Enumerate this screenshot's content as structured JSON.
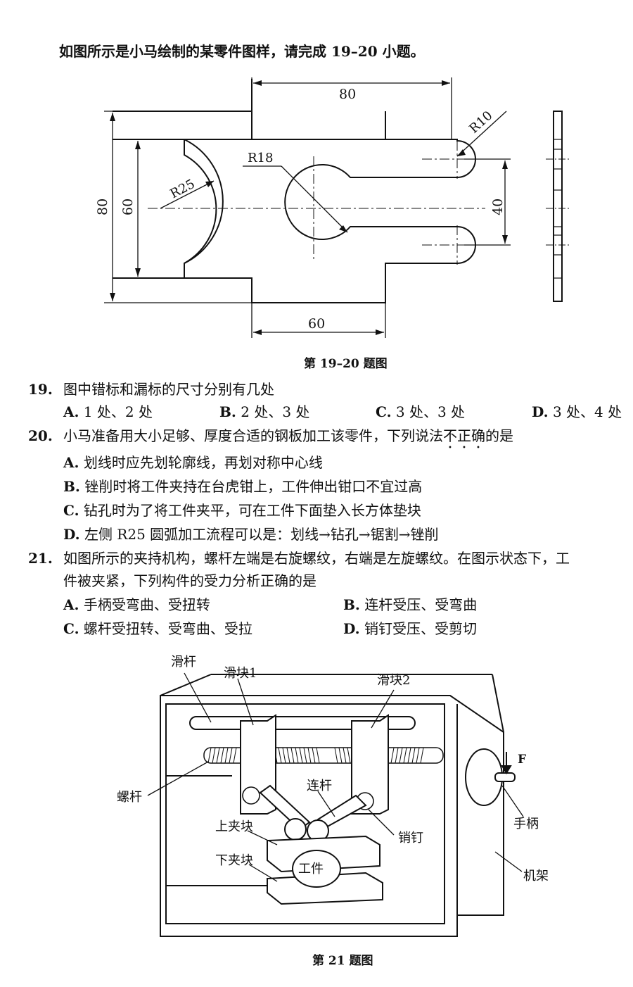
{
  "intro": "如图所示是小马绘制的某零件图样，请完成 19–20 小题。",
  "fig1": {
    "dims": {
      "top_80": "80",
      "bottom_60": "60",
      "left_80": "80",
      "left_60": "60",
      "right_40": "40",
      "r10": "R10",
      "r18": "R18",
      "r25": "R25"
    },
    "caption": "第 19–20 题图"
  },
  "q19": {
    "num": "19.",
    "stem": "图中错标和漏标的尺寸分别有几处",
    "options": [
      {
        "label": "A.",
        "text": "1 处、2 处"
      },
      {
        "label": "B.",
        "text": "2 处、3 处"
      },
      {
        "label": "C.",
        "text": "3 处、3 处"
      },
      {
        "label": "D.",
        "text": "3 处、4 处"
      }
    ]
  },
  "q20": {
    "num": "20.",
    "stem_pre": "小马准备用大小足够、厚度合适的钢板加工该零件，下列说法",
    "stem_em": "不正确",
    "stem_post": "的是",
    "options": [
      {
        "label": "A.",
        "text": "划线时应先划轮廓线，再划对称中心线"
      },
      {
        "label": "B.",
        "text": "锉削时将工件夹持在台虎钳上，工件伸出钳口不宜过高"
      },
      {
        "label": "C.",
        "text": "钻孔时为了将工件夹平，可在工件下面垫入长方体垫块"
      },
      {
        "label": "D.",
        "text": "左侧 R25 圆弧加工流程可以是：划线→钻孔→锯割→锉削"
      }
    ]
  },
  "q21": {
    "num": "21.",
    "stem1": "如图所示的夹持机构，螺杆左端是右旋螺纹，右端是左旋螺纹。在图示状态下，工",
    "stem2": "件被夹紧，下列构件的受力分析正确的是",
    "options": [
      {
        "label": "A.",
        "text": "手柄受弯曲、受扭转"
      },
      {
        "label": "B.",
        "text": "连杆受压、受弯曲"
      },
      {
        "label": "C.",
        "text": "螺杆受扭转、受弯曲、受拉"
      },
      {
        "label": "D.",
        "text": "销钉受压、受剪切"
      }
    ]
  },
  "fig2": {
    "labels": {
      "slide_rod": "滑杆",
      "slider1": "滑块1",
      "slider2": "滑块2",
      "screw": "螺杆",
      "link": "连杆",
      "pin": "销钉",
      "upper_block": "上夹块",
      "lower_block": "下夹块",
      "workpiece": "工件",
      "frame": "机架",
      "handle": "手柄",
      "force": "F"
    },
    "caption": "第 21 题图"
  }
}
